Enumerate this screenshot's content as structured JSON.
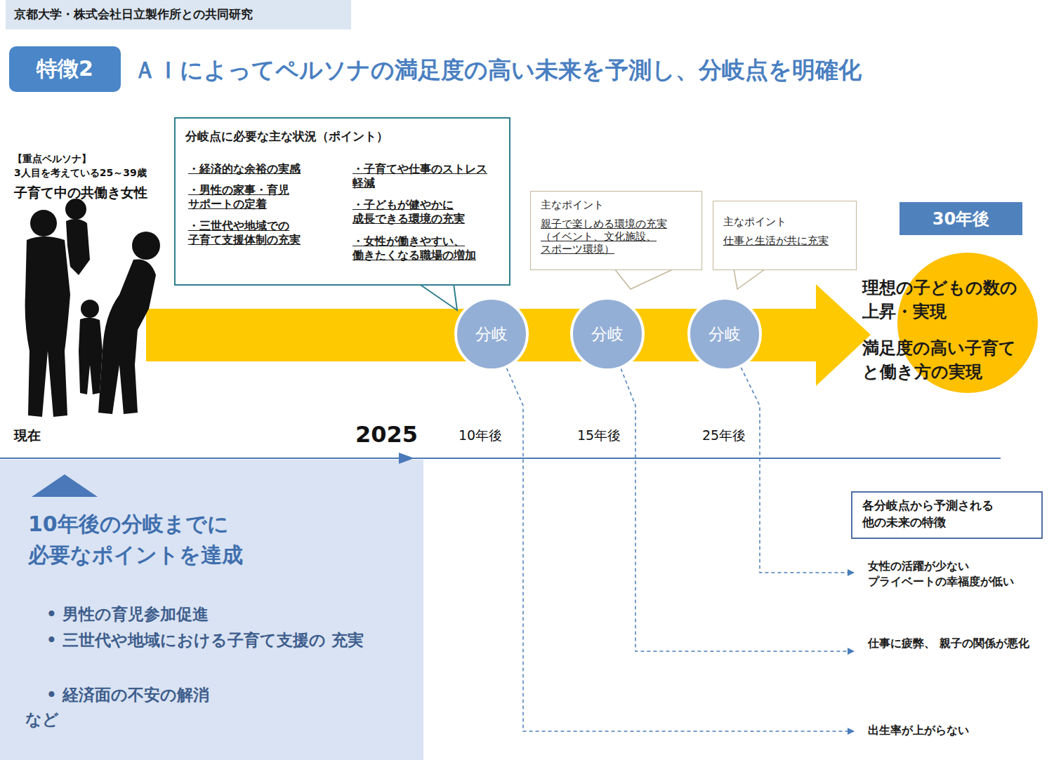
{
  "diagram": {
    "title": "ＡＩによってペルソナの満足度の高い未来を予測し、分岐点を明確化",
    "nodes": [
      {
        "text": [
          "京都大学・株式会社日立製作所との共同研究"
        ]
      },
      {
        "text": [
          "特徴2"
        ]
      },
      {
        "text": [
          "分岐点に必要な主な状況（ポイント）",
          "・経済的な余裕の実感",
          "・男性の家事・育児 サポートの定着",
          "・三世代や地域での 子育て支援体制の充実",
          "・子育てや仕事のストレス 軽減",
          "・子どもが健やかに 成長できる環境の充実",
          "・女性が働きやすい、 働きたくなる職場の増加"
        ]
      },
      {
        "text": [
          "主なポイント",
          "親子で楽しめる環境の充実 （イベント、文化施設、スポーツ環境）"
        ]
      },
      {
        "text": [
          "主なポイント",
          "仕事と生活が共に充実"
        ]
      },
      {
        "text": [
          "30年後"
        ]
      },
      {
        "text": [
          "分岐"
        ]
      },
      {
        "text": [
          "分岐"
        ]
      },
      {
        "text": [
          "分岐"
        ]
      },
      {
        "text": [
          "理想の子どもの数の 上昇・実現",
          "満足度の高い子育て と働き方の実現"
        ]
      },
      {
        "text": [
          "10年後の分岐までに 必要なポイントを達成",
          "•  男性の育児参加促進",
          "•  三世代や地域における子育て支援の 充実",
          "•  経済面の不安の解消",
          "など"
        ]
      },
      {
        "text": [
          "各分岐点から予測される 他の未来の特徴"
        ]
      },
      {
        "text": [
          "女性の活躍が少ない プライベートの幸福度が低い"
        ]
      },
      {
        "text": [
          "仕事に疲弊、 親子の関係が悪化"
        ]
      },
      {
        "text": [
          "出生率が上がらない"
        ]
      }
    ],
    "edges": [
      {
        "from": 6,
        "to": 14,
        "arrow": "to"
      },
      {
        "from": 7,
        "to": 13,
        "arrow": "to"
      },
      {
        "from": 8,
        "to": 12,
        "arrow": "to"
      }
    ],
    "labels": [
      "【重点ペルソナ】",
      "3人目を考えている25～39歳",
      "子育て中の共働き女性",
      "現在",
      "2025",
      "10年後",
      "15年後",
      "25年後"
    ]
  }
}
